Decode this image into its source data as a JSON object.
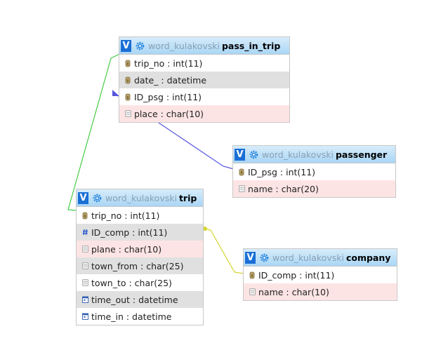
{
  "tables": [
    {
      "id": "pass_in_trip",
      "db": "word_kulakovski",
      "name": "pass_in_trip",
      "v_label": "V",
      "columns": [
        {
          "text": "trip_no : int(11)",
          "icon": "key-icon",
          "bg": "w"
        },
        {
          "text": "date_ : datetime",
          "icon": "key-icon",
          "bg": "g"
        },
        {
          "text": "ID_psg : int(11)",
          "icon": "key-icon",
          "bg": "w"
        },
        {
          "text": "place : char(10)",
          "icon": "column-icon",
          "bg": "p"
        }
      ]
    },
    {
      "id": "passenger",
      "db": "word_kulakovski",
      "name": "passenger",
      "v_label": "V",
      "columns": [
        {
          "text": "ID_psg : int(11)",
          "icon": "key-icon",
          "bg": "w"
        },
        {
          "text": "name : char(20)",
          "icon": "column-icon",
          "bg": "p"
        }
      ]
    },
    {
      "id": "trip",
      "db": "word_kulakovski",
      "name": "trip",
      "v_label": "V",
      "columns": [
        {
          "text": "trip_no : int(11)",
          "icon": "key-icon",
          "bg": "w"
        },
        {
          "text": "ID_comp : int(11)",
          "icon": "hash-icon",
          "bg": "g"
        },
        {
          "text": "plane : char(10)",
          "icon": "column-icon",
          "bg": "p"
        },
        {
          "text": "town_from : char(25)",
          "icon": "column-icon",
          "bg": "g"
        },
        {
          "text": "town_to : char(25)",
          "icon": "column-icon",
          "bg": "w"
        },
        {
          "text": "time_out : datetime",
          "icon": "calendar-icon",
          "bg": "g"
        },
        {
          "text": "time_in : datetime",
          "icon": "calendar-icon",
          "bg": "w"
        }
      ]
    },
    {
      "id": "company",
      "db": "word_kulakovski",
      "name": "company",
      "v_label": "V",
      "columns": [
        {
          "text": "ID_comp : int(11)",
          "icon": "key-icon",
          "bg": "w"
        },
        {
          "text": "name : char(10)",
          "icon": "column-icon",
          "bg": "p"
        }
      ]
    }
  ],
  "relations": [
    {
      "from": "pass_in_trip.trip_no",
      "to": "trip.trip_no",
      "color": "#44cc44"
    },
    {
      "from": "pass_in_trip.ID_psg",
      "to": "passenger.ID_psg",
      "color": "#5555dd"
    },
    {
      "from": "trip.ID_comp",
      "to": "company.ID_comp",
      "color": "#d4d430"
    }
  ]
}
